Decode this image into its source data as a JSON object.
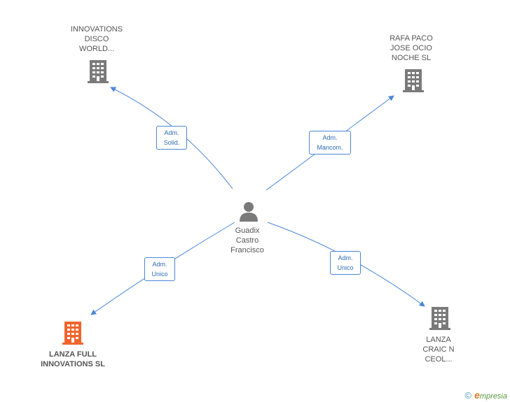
{
  "center": {
    "label": "Guadix\nCastro\nFrancisco"
  },
  "nodes": [
    {
      "id": "innovations-disco",
      "label": "INNOVATIONS\nDISCO\nWORLD...",
      "highlight": false
    },
    {
      "id": "rafa-paco",
      "label": "RAFA PACO\nJOSE OCIO\nNOCHE SL",
      "highlight": false
    },
    {
      "id": "lanza-full",
      "label": "LANZA FULL\nINNOVATIONS SL",
      "highlight": true
    },
    {
      "id": "lanza-craic",
      "label": "LANZA\nCRAIC N\nCEOL...",
      "highlight": false
    }
  ],
  "relations": [
    {
      "label": "Adm.\nSolid."
    },
    {
      "label": "Adm.\nMancom."
    },
    {
      "label": "Adm.\nUnico"
    },
    {
      "label": "Adm.\nUnico"
    }
  ],
  "colors": {
    "edge": "#4a86d8",
    "company": "#7a7a7a",
    "company_highlight": "#f0642d",
    "person": "#7a7a7a"
  },
  "footer": {
    "copyright_symbol": "©",
    "brand_initial": "e",
    "brand_rest": "mpresia"
  }
}
